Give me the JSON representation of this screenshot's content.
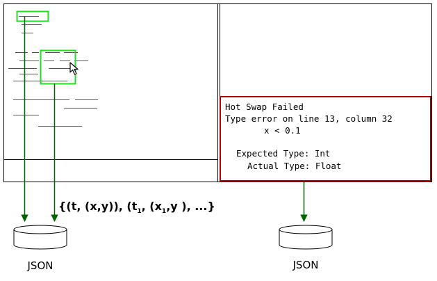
{
  "formula": {
    "part1": "{(t, (x,y)), (t",
    "sub1": "1",
    "part2": ", (x",
    "sub2": "1",
    "part3": ",y ), ...}"
  },
  "left_db_label": "JSON",
  "right_db_label": "JSON",
  "error_box": {
    "line1": "Hot Swap Failed",
    "line2": "Type error on line 13, column 32",
    "line3": "x < 0.1",
    "line4": "Expected Type: Int",
    "line5": "Actual Type: Float",
    "border_color": "#b00000"
  },
  "colors": {
    "arrow": "#006400",
    "highlight": "#22dd22"
  },
  "icons": [
    "cursor-icon",
    "database-icon"
  ]
}
